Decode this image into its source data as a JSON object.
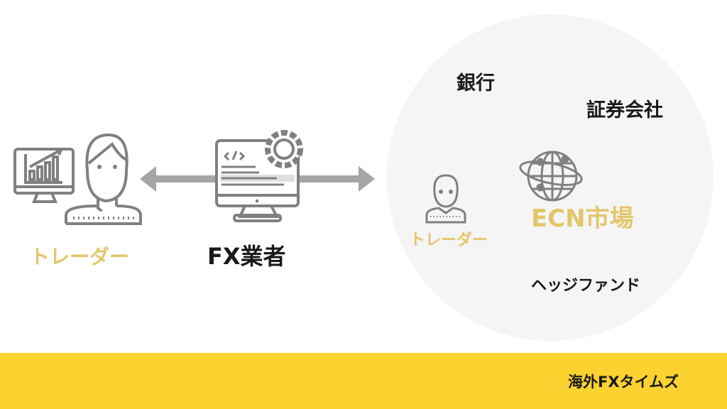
{
  "left": {
    "trader_label": "トレーダー",
    "broker_label": "FX業者"
  },
  "market": {
    "bank_label": "銀行",
    "securities_label": "証券会社",
    "ecn_label": "ECN市場",
    "trader_label": "トレーダー",
    "hedge_fund_label": "ヘッジファンド"
  },
  "footer": {
    "brand": "海外FXタイムズ"
  },
  "colors": {
    "accent_gold": "#e3c66b",
    "band_yellow": "#fbd22f",
    "icon_gray": "#808080",
    "circle_bg": "#f5f5f5"
  },
  "icons": [
    "trader-with-chart-monitor-icon",
    "broker-computer-gear-icon",
    "double-arrow-icon",
    "trader-icon",
    "globe-network-icon"
  ]
}
